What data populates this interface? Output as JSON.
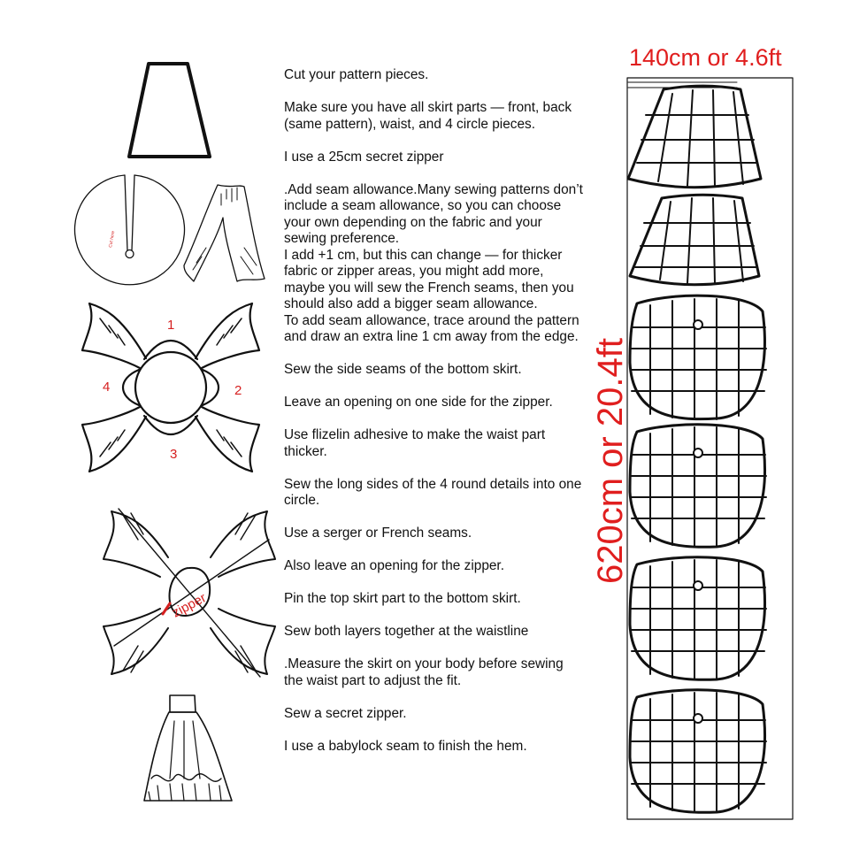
{
  "instructions": [
    "Cut your pattern pieces.",
    "",
    "Make sure you have all skirt parts — front, back (same pattern), waist, and 4 circle pieces.",
    "",
    "I use a 25cm secret zipper",
    "",
    ".Add seam allowance.Many sewing patterns don’t include a seam allowance, so you can choose your own depending on the fabric and your sewing preference.",
    "I add +1 cm, but this can change — for thicker fabric or zipper areas, you might add more, maybe you will sew the French seams, then you should also add a bigger seam allowance.",
    "To add seam allowance, trace around the pattern and draw an extra line 1 cm away from the edge.",
    "",
    "Sew the side seams of the bottom skirt.",
    "",
    "Leave an opening on one side for the zipper.",
    "",
    "Use flizelin adhesive to make the waist part thicker.",
    "",
    "Sew the long sides of the 4 round details into one circle.",
    "",
    "Use a serger or French seams.",
    "",
    " Also leave an opening for the zipper.",
    "",
    "Pin the top  skirt part to the bottom skirt.",
    "",
    "Sew both layers together at the waistline",
    "",
    ".Measure the skirt on your body before sewing the waist part to adjust the fit.",
    "",
    "Sew a secret zipper.",
    "",
    "I use a babylock seam to finish the hem."
  ],
  "dimensions": {
    "width_label": "140cm or 4.6ft",
    "length_label": "620cm or 20.4ft"
  },
  "piece_numbers": [
    "1",
    "2",
    "3",
    "4"
  ],
  "zipper_label": "zipper",
  "cut_note": "Cut here",
  "colors": {
    "accent": "#e01e1e",
    "line": "#111111",
    "background": "#ffffff"
  }
}
